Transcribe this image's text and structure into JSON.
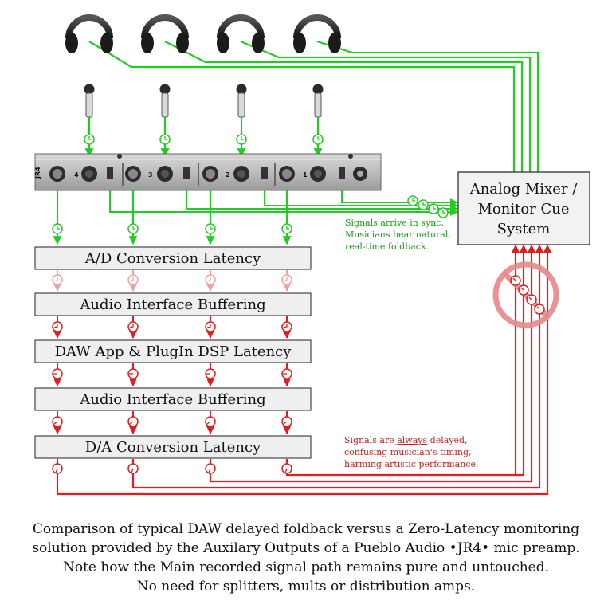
{
  "stages": [
    "A/D Conversion Latency",
    "Audio Interface Buffering",
    "DAW App & PlugIn DSP Latency",
    "Audio Interface Buffering",
    "D/A Conversion Latency"
  ],
  "mixer": {
    "lines": [
      "Analog Mixer /",
      "Monitor Cue",
      "System"
    ]
  },
  "notes": {
    "sync": [
      "Signals arrive in sync.",
      "Musicians hear natural,",
      "real-time foldback."
    ],
    "delayed": {
      "line1_prefix": "Signals are ",
      "line1_emphasis": "always",
      "line1_suffix": " delayed,",
      "line2": "confusing musician's timing,",
      "line3": "harming artistic performance."
    }
  },
  "preamp": {
    "channels": [
      "4",
      "3",
      "2",
      "1"
    ],
    "model": "JR4"
  },
  "caption": [
    "Comparison of typical DAW delayed foldback versus a Zero-Latency monitoring",
    "solution provided by the Auxilary Outputs of a Pueblo Audio •JR4• mic preamp.",
    "Note how the Main recorded signal path remains pure and untouched.",
    "No need for splitters, mults or distribution amps."
  ],
  "colors": {
    "green": "#22cc22",
    "red": "#dd1f1f",
    "pink": "#f2a0a0",
    "stage_fill": "#efefef",
    "no_symbol": "#e8878a"
  },
  "icons": {
    "headphones": "headphones-icon",
    "microphone": "microphone-icon",
    "clock": "clock-icon",
    "prohibited": "no-symbol-icon"
  }
}
